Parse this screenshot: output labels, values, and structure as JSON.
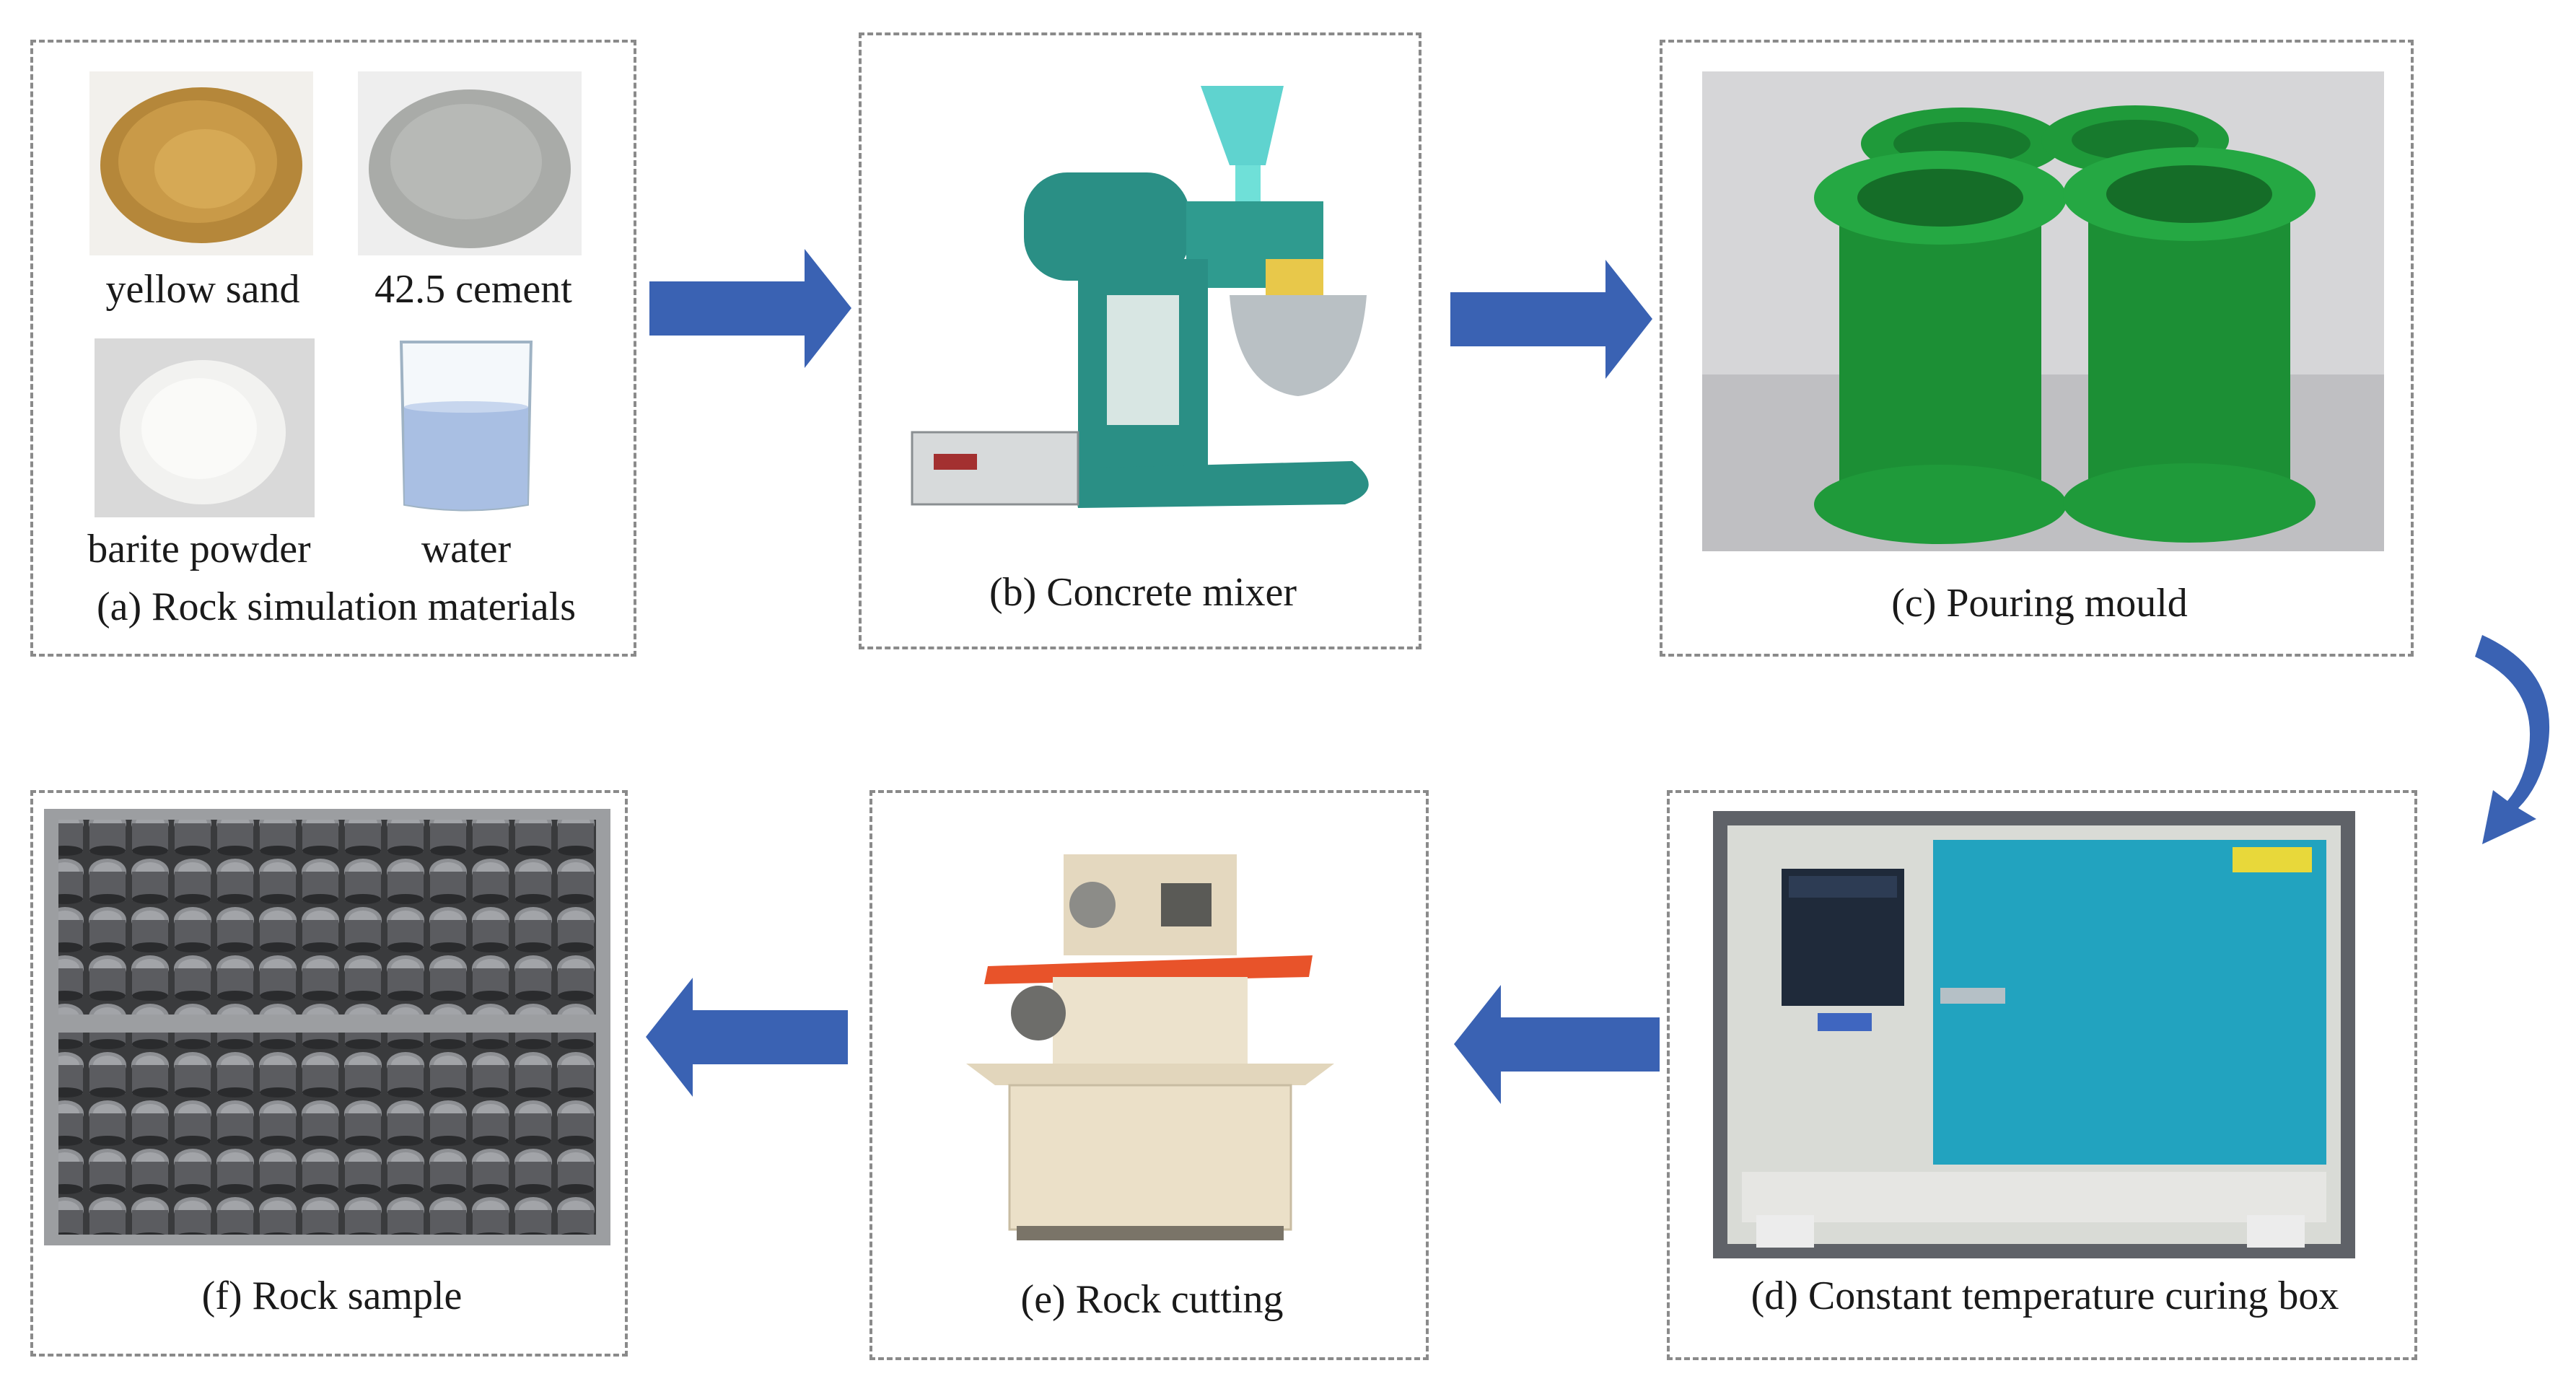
{
  "panels": {
    "a": {
      "caption": "(a) Rock simulation materials",
      "materials": [
        "yellow sand",
        "42.5 cement",
        "barite powder",
        "water"
      ]
    },
    "b": {
      "caption": "(b) Concrete mixer"
    },
    "c": {
      "caption": "(c) Pouring mould"
    },
    "d": {
      "caption": "(d) Constant temperature curing box"
    },
    "e": {
      "caption": "(e) Rock cutting"
    },
    "f": {
      "caption": "(f) Rock sample"
    }
  },
  "colors": {
    "arrow": "#3a62b3",
    "mould_green": "#1f9a3a",
    "mixer_teal": "#2a8f85",
    "box_cyan": "#22a3bf",
    "cutter_beige": "#e8dcc3",
    "cutter_orange": "#e8532a",
    "dash_border": "#8a8a8a"
  },
  "icons": [
    "right-arrow-icon",
    "left-arrow-icon",
    "curved-down-arrow-icon"
  ]
}
